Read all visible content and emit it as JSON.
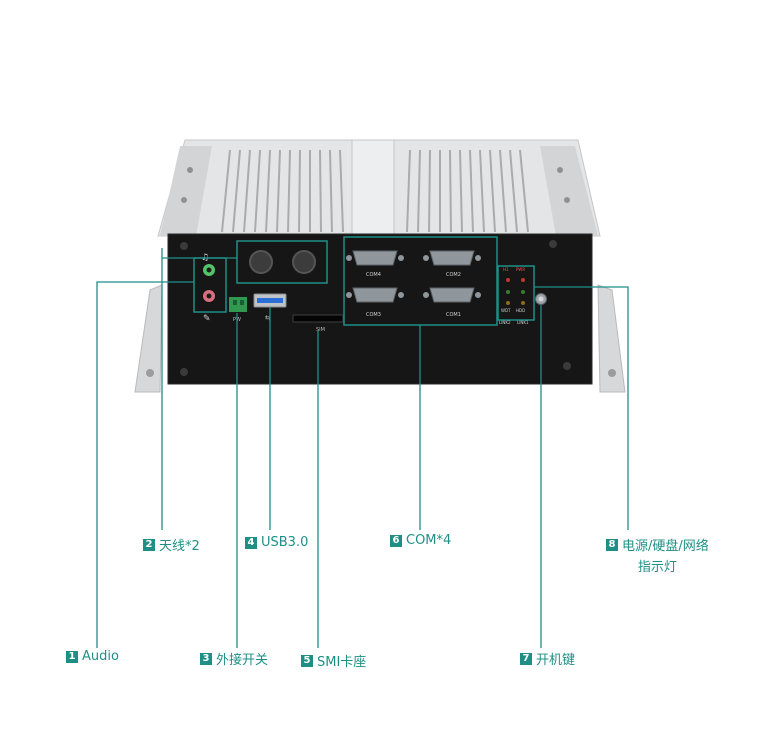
{
  "colors": {
    "accent": "#1f8f86",
    "panel": "#161616",
    "chassis": "#d9dbdc"
  },
  "panel_labels": {
    "com4": "COM4",
    "com2": "COM2",
    "com3": "COM3",
    "com1": "COM1",
    "sim": "SIM",
    "pw": "PW",
    "h1": "H1",
    "pwr": "PWR",
    "wdt": "WDT",
    "hdd": "HDD",
    "link2": "LINK2",
    "link1": "LINK1"
  },
  "callouts": [
    {
      "number": "1",
      "label": "Audio"
    },
    {
      "number": "2",
      "label": "天线*2"
    },
    {
      "number": "3",
      "label": "外接开关"
    },
    {
      "number": "4",
      "label": "USB3.0"
    },
    {
      "number": "5",
      "label": "SMI卡座"
    },
    {
      "number": "6",
      "label": "COM*4"
    },
    {
      "number": "7",
      "label": "开机键"
    },
    {
      "number": "8",
      "label": "电源/硬盘/网络",
      "label_line2": "指示灯"
    }
  ]
}
